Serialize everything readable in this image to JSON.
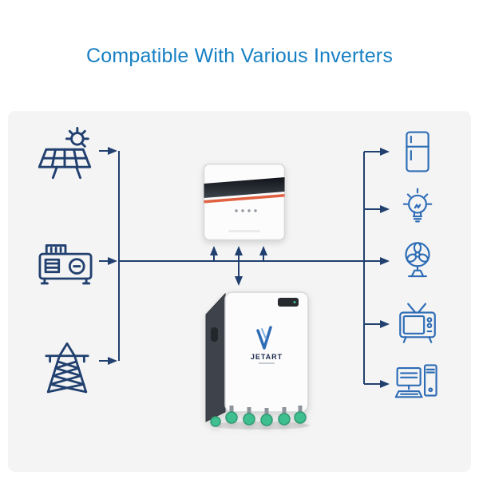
{
  "title": "Compatible With Various Inverters",
  "colors": {
    "title_blue": "#1780c3",
    "panel_bg": "#f4f4f4",
    "connector_navy": "#21406f",
    "source_icon_navy": "#21406f",
    "load_icon_blue": "#2e6db6",
    "inverter_band_dark": "#23282e",
    "inverter_stripe_orange": "#e06040",
    "battery_side_gray": "#3e434b",
    "battery_terminal_green": "#3fbf8f",
    "logo_blue": "#2e6db6",
    "brand_text_navy": "#1c2b4c"
  },
  "diagram": {
    "sources": [
      {
        "name": "solar-panels",
        "icon": "solar-panel-icon"
      },
      {
        "name": "generator",
        "icon": "generator-icon"
      },
      {
        "name": "utility-grid",
        "icon": "transmission-tower-icon"
      }
    ],
    "center": {
      "inverter": {
        "name": "inverter-unit"
      },
      "battery": {
        "name": "battery-unit",
        "brand": "JETART"
      }
    },
    "loads": [
      {
        "name": "refrigerator",
        "icon": "refrigerator-icon"
      },
      {
        "name": "light-bulb",
        "icon": "light-bulb-icon"
      },
      {
        "name": "fan",
        "icon": "fan-icon"
      },
      {
        "name": "television",
        "icon": "tv-icon"
      },
      {
        "name": "desktop-computer",
        "icon": "desktop-computer-icon"
      }
    ],
    "connections": [
      "solar-panels -> inverter",
      "generator -> inverter",
      "utility-grid -> inverter",
      "inverter <-> battery",
      "inverter -> refrigerator",
      "inverter -> light-bulb",
      "inverter -> fan",
      "inverter -> television",
      "inverter -> desktop-computer"
    ]
  }
}
